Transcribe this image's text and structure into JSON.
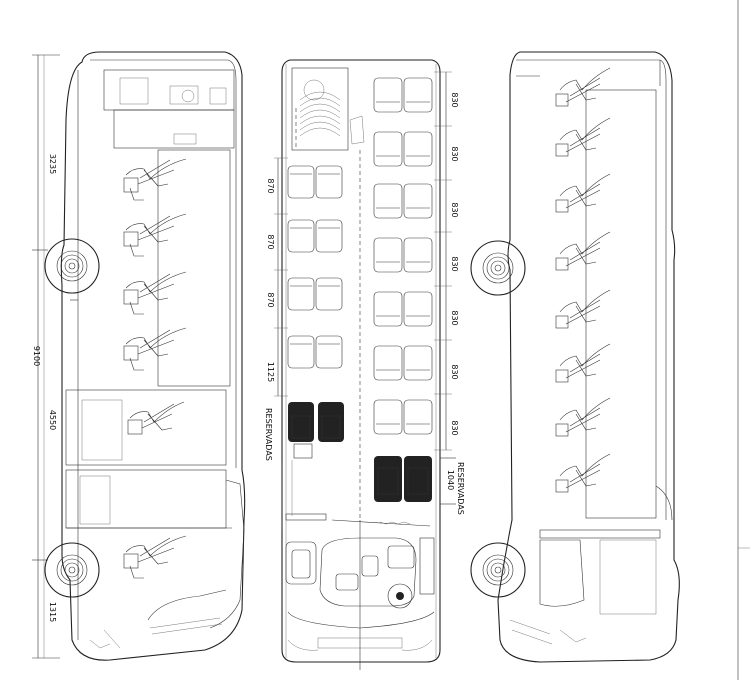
{
  "drawing": {
    "overall_length": "9100",
    "front_to_axle": "3235",
    "wheelbase": "4550",
    "rear_overhang": "1315",
    "row_pitch_left": [
      "870",
      "870",
      "870",
      "1125"
    ],
    "row_pitch_right": [
      "830",
      "830",
      "830",
      "830",
      "830",
      "830",
      "830"
    ],
    "reserved_left": "RESERVADAS",
    "reserved_right": "RESERVADAS",
    "reserved_right_dim": "1040"
  }
}
